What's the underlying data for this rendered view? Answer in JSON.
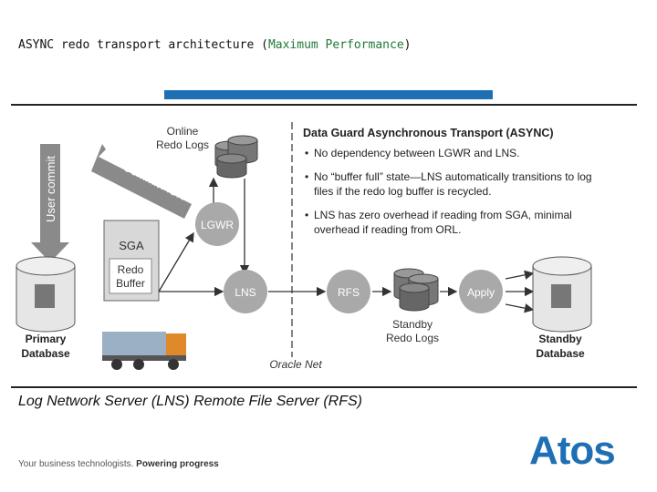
{
  "slide": {
    "title_main": "ASYNC redo transport architecture (",
    "title_accent": "Maximum Performance",
    "title_end": ")",
    "caption": "Log Network Server (LNS)  Remote File Server (RFS)",
    "tagline_plain": "Your business technologists.",
    "tagline_bold": "Powering progress",
    "logo_text": "Atos"
  },
  "diagram": {
    "user_commit": "User commit",
    "commit_ack": "Commit ACK",
    "online_redo_line1": "Online",
    "online_redo_line2": "Redo Logs",
    "sga": "SGA",
    "redo_buffer_line1": "Redo",
    "redo_buffer_line2": "Buffer",
    "lgwr": "LGWR",
    "lns": "LNS",
    "rfs": "RFS",
    "apply": "Apply",
    "primary_line1": "Primary",
    "primary_line2": "Database",
    "standby_line1": "Standby",
    "standby_line2": "Database",
    "standby_redo_line1": "Standby",
    "standby_redo_line2": "Redo Logs",
    "oracle_net": "Oracle Net",
    "heading": "Data Guard Asynchronous Transport (ASYNC)",
    "bullets": [
      [
        "No dependency between LGWR and LNS."
      ],
      [
        "No “buffer full” state—LNS automatically transitions to log",
        "files if the redo log buffer is recycled."
      ],
      [
        "LNS has zero overhead if reading from SGA, minimal",
        "overhead if reading from ORL."
      ]
    ]
  },
  "colors": {
    "accent_blue": "#1f6fb4",
    "title_accent": "#1f7a3a",
    "node_fill": "#a9a9a9",
    "text_dark": "#222222"
  }
}
